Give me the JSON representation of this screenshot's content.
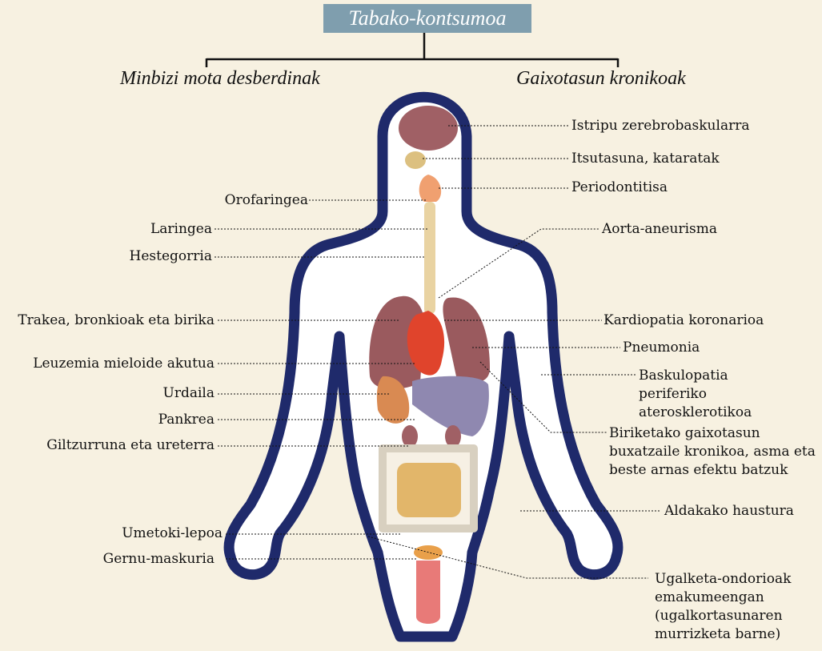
{
  "title": "Tabako-kontsumoa",
  "categories": {
    "left": "Minbizi mota desberdinak",
    "right": "Gaixotasun kronikoak"
  },
  "labels_left": [
    "Orofaringea",
    "Laringea",
    "Hestegorria",
    "Trakea, bronkioak eta birika",
    "Leuzemia mieloide akutua",
    "Urdaila",
    "Pankrea",
    "Giltzurruna eta ureterra",
    "Umetoki-lepoa",
    "Gernu-maskuria"
  ],
  "labels_right": [
    "Istripu zerebrobaskularra",
    "Itsutasuna, kataratak",
    "Periodontitisa",
    "Aorta-aneurisma",
    "Kardiopatia koronarioa",
    "Pneumonia",
    "Baskulopatia periferiko aterosklerotikoa",
    "Biriketako gaixotasun buxatzaile kronikoa, asma eta beste arnas efektu batzuk",
    "Aldakako haustura",
    "Ugalketa-ondorioak emakumeengan (ugalkortasunaren murrizketa barne)"
  ],
  "colors": {
    "background": "#f7f1e1",
    "title_box": "#7f9eae",
    "body_outline": "#1f2a6b",
    "brain": "#a06065",
    "lungs": "#9a5a5e",
    "heart": "#e0442c",
    "liver": "#8f88b0",
    "stomach": "#d98a52",
    "throat": "#f0a070",
    "intestine": "#e2b66a"
  },
  "icons": [
    "human-body-figure"
  ]
}
